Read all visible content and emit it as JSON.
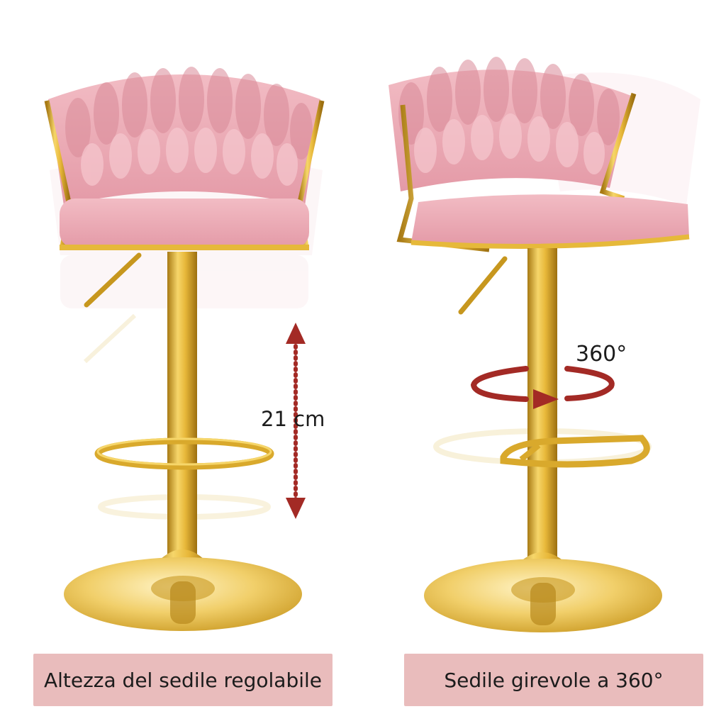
{
  "colors": {
    "background": "#ffffff",
    "velvet": "#eba9b4",
    "velvet_dark": "#d98a98",
    "gold": "#e6b93a",
    "gold_dark": "#b8891c",
    "arrow": "#a32a25",
    "label_bg": "#e9bcbc"
  },
  "annotations": {
    "height": "21 cm",
    "swivel": "360°"
  },
  "labels": {
    "left": "Altezza del sedile regolabile",
    "right": "Sedile girevole a 360°"
  }
}
